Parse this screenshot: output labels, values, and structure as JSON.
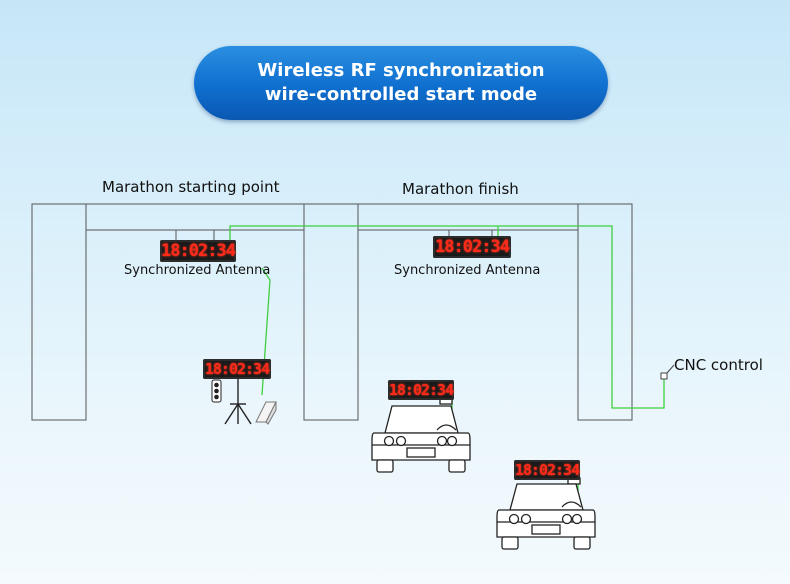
{
  "banner": {
    "line1": "Wireless RF synchronization",
    "line2": "wire-controlled start mode"
  },
  "labels": {
    "start_point": "Marathon starting point",
    "finish": "Marathon finish",
    "antenna_left": "Synchronized Antenna",
    "antenna_right": "Synchronized Antenna",
    "cnc_control": "CNC control"
  },
  "clock_time": "18:02:34",
  "colors": {
    "banner": "#0f6fcf",
    "wire": "#3fcf3f",
    "led": "#ff2a1a",
    "clock_body": "#1a1a1a"
  }
}
